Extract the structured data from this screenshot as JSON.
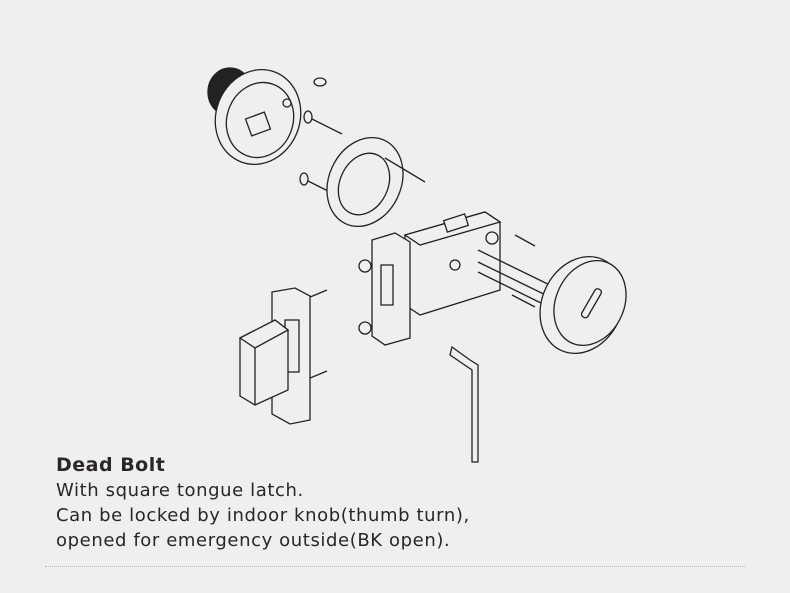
{
  "product": {
    "title": "Dead Bolt",
    "description": [
      "With square tongue latch.",
      "Can be locked by indoor knob(thumb turn),",
      "opened for emergency outside(BK open)."
    ]
  }
}
